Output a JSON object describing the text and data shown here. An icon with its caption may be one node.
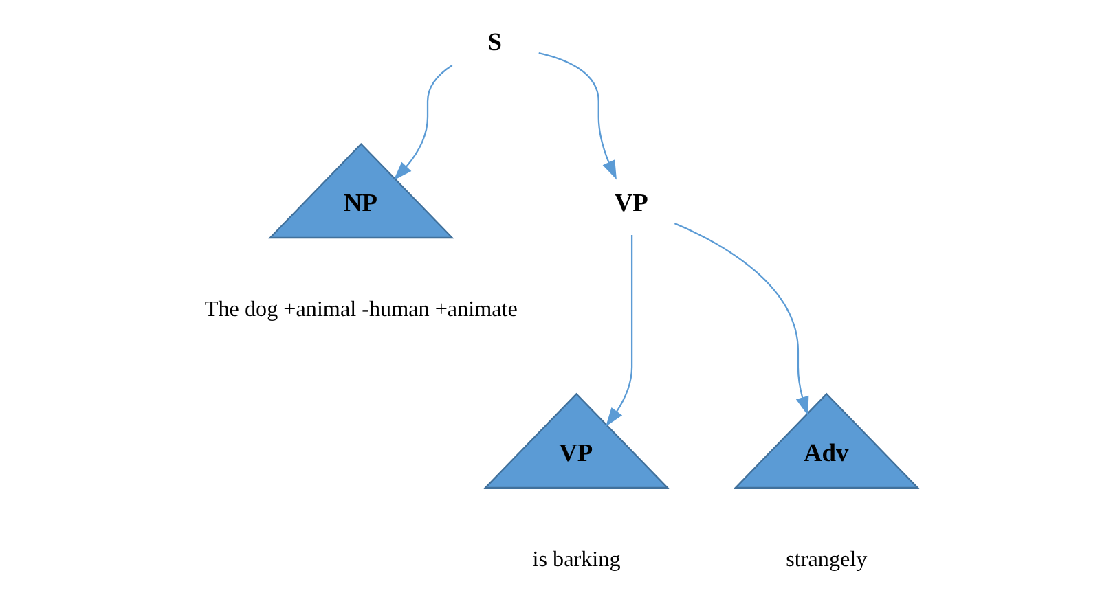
{
  "diagram": {
    "nodes": [
      {
        "text": [
          "S"
        ]
      },
      {
        "text": [
          "NP"
        ],
        "beside": [
          "The dog +animal -human +animate"
        ]
      },
      {
        "text": [
          "VP"
        ]
      },
      {
        "text": [
          "VP"
        ],
        "beside": [
          "is barking"
        ]
      },
      {
        "text": [
          "Adv"
        ],
        "beside": [
          "strangely"
        ]
      }
    ],
    "edges": [
      {
        "from": 0,
        "to": 1,
        "arrow": "to"
      },
      {
        "from": 0,
        "to": 2,
        "arrow": "to"
      },
      {
        "from": 2,
        "to": 3,
        "arrow": "to"
      },
      {
        "from": 2,
        "to": 4,
        "arrow": "to"
      }
    ]
  }
}
